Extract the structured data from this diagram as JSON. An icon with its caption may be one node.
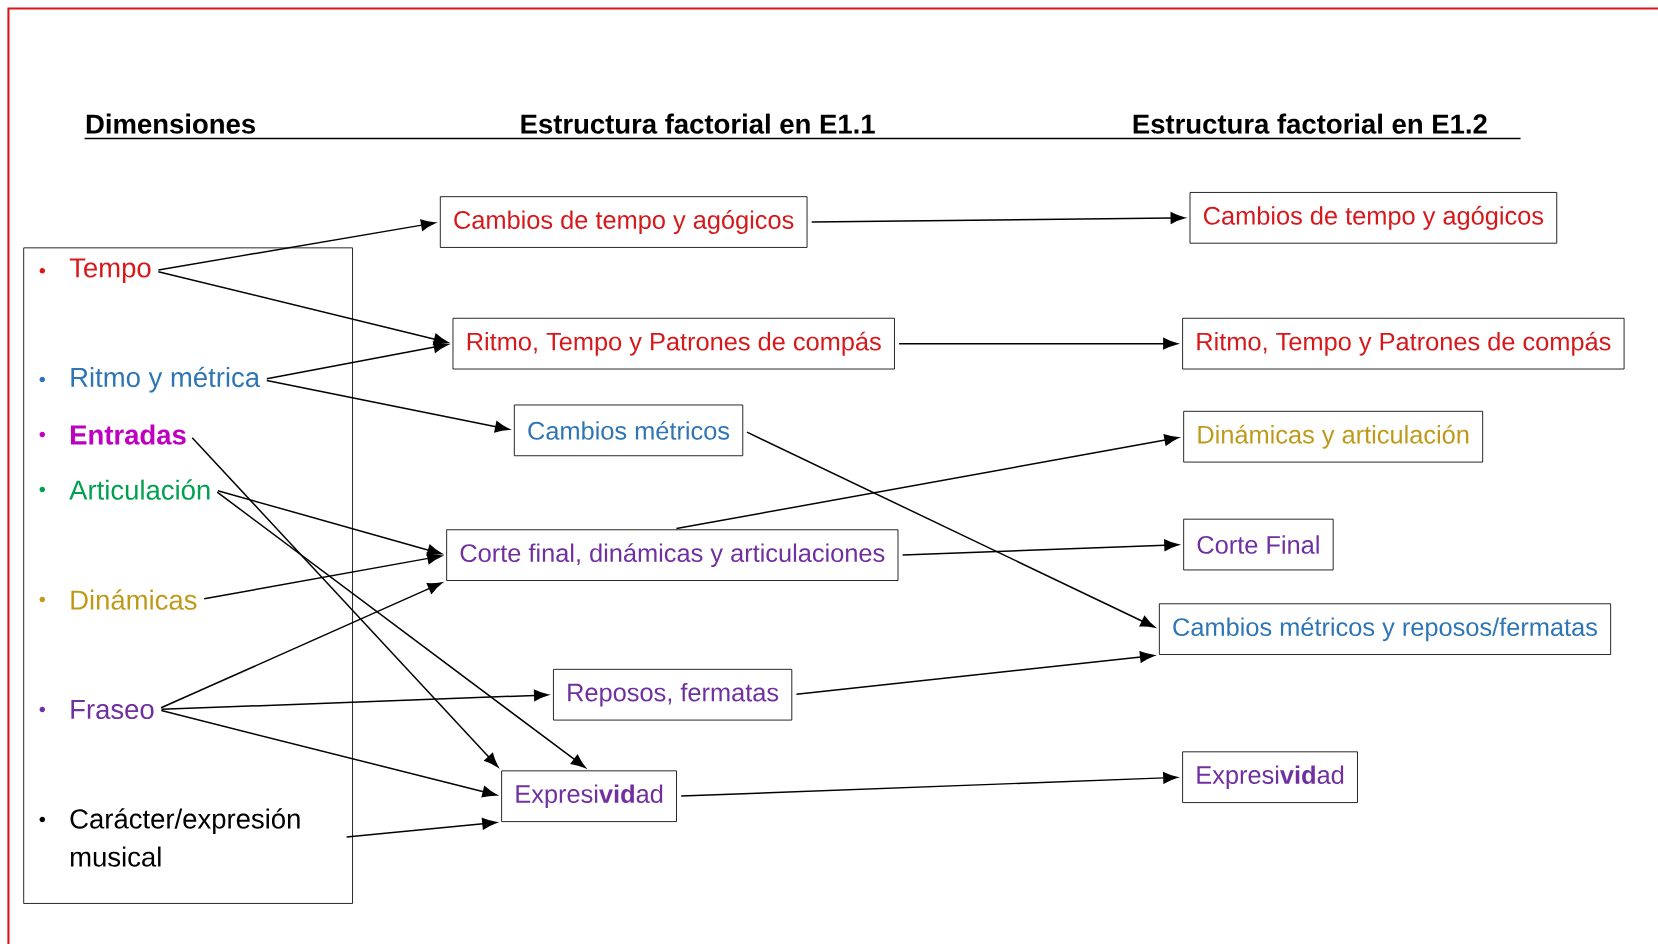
{
  "diagram": {
    "nodes": [
      {
        "text": [],
        "shape": "box"
      },
      {
        "text": [
          "Tempo"
        ],
        "in": 0
      },
      {
        "text": [
          "Ritmo y métrica"
        ],
        "in": 0
      },
      {
        "text": [
          "Entradas"
        ],
        "in": 0
      },
      {
        "text": [
          "Articulación"
        ],
        "in": 0
      },
      {
        "text": [
          "Dinámicas"
        ],
        "in": 0
      },
      {
        "text": [
          "Fraseo"
        ],
        "in": 0
      },
      {
        "text": [
          "Carácter/expresión musical"
        ],
        "in": 0
      },
      {
        "text": [
          "Cambios de tempo y agógicos"
        ]
      },
      {
        "text": [
          "Ritmo, Tempo y Patrones de compás"
        ]
      },
      {
        "text": [
          "Cambios métricos"
        ]
      },
      {
        "text": [
          "Corte final, dinámicas y articulaciones"
        ]
      },
      {
        "text": [
          "Reposos, fermatas"
        ]
      },
      {
        "text": [
          "Expresi**vid**ad"
        ]
      },
      {
        "text": [
          "Cambios de tempo y agógicos"
        ]
      },
      {
        "text": [
          "Ritmo, Tempo y Patrones de compás"
        ]
      },
      {
        "text": [
          "Dinámicas y articulación"
        ]
      },
      {
        "text": [
          "Corte Final"
        ]
      },
      {
        "text": [
          "Cambios métricos y reposos/fermatas"
        ]
      },
      {
        "text": [
          "Expresi**vid**ad"
        ]
      }
    ],
    "edges": [
      {
        "from": 1,
        "to": 8,
        "arrow": "to"
      },
      {
        "from": 1,
        "to": 9,
        "arrow": "to"
      },
      {
        "from": 2,
        "to": 9,
        "arrow": "to"
      },
      {
        "from": 2,
        "to": 10,
        "arrow": "to"
      },
      {
        "from": 3,
        "to": 13,
        "arrow": "to"
      },
      {
        "from": 4,
        "to": 11,
        "arrow": "to"
      },
      {
        "from": 4,
        "to": 13,
        "arrow": "to"
      },
      {
        "from": 5,
        "to": 11,
        "arrow": "to"
      },
      {
        "from": 6,
        "to": 11,
        "arrow": "to"
      },
      {
        "from": 6,
        "to": 12,
        "arrow": "to"
      },
      {
        "from": 6,
        "to": 13,
        "arrow": "to"
      },
      {
        "from": 7,
        "to": 13,
        "arrow": "to"
      },
      {
        "from": 8,
        "to": 14,
        "arrow": "to"
      },
      {
        "from": 9,
        "to": 15,
        "arrow": "to"
      },
      {
        "from": 10,
        "to": 18,
        "arrow": "to"
      },
      {
        "from": 11,
        "to": 16,
        "arrow": "to"
      },
      {
        "from": 11,
        "to": 17,
        "arrow": "to"
      },
      {
        "from": 12,
        "to": 18,
        "arrow": "to"
      },
      {
        "from": 13,
        "to": 19,
        "arrow": "to"
      }
    ],
    "labels": [
      "Dimensiones",
      "Estructura factorial en E1.1",
      "Estructura factorial en E1.2"
    ]
  }
}
